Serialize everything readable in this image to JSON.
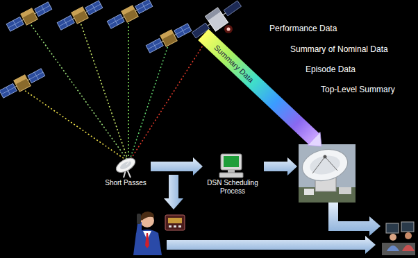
{
  "diagram": {
    "nodes": [
      {
        "text": [
          "Short Passes"
        ]
      },
      {
        "text": [
          "DSN Scheduling Process"
        ]
      },
      {
        "text": [
          "Summary Data"
        ]
      }
    ],
    "edges": [
      {
        "from": 0,
        "to": 1,
        "arrow": "to"
      }
    ],
    "labels": [
      "Performance Data",
      "Summary of Nominal Data",
      "Episode Data",
      "Top-Level Summary"
    ]
  }
}
